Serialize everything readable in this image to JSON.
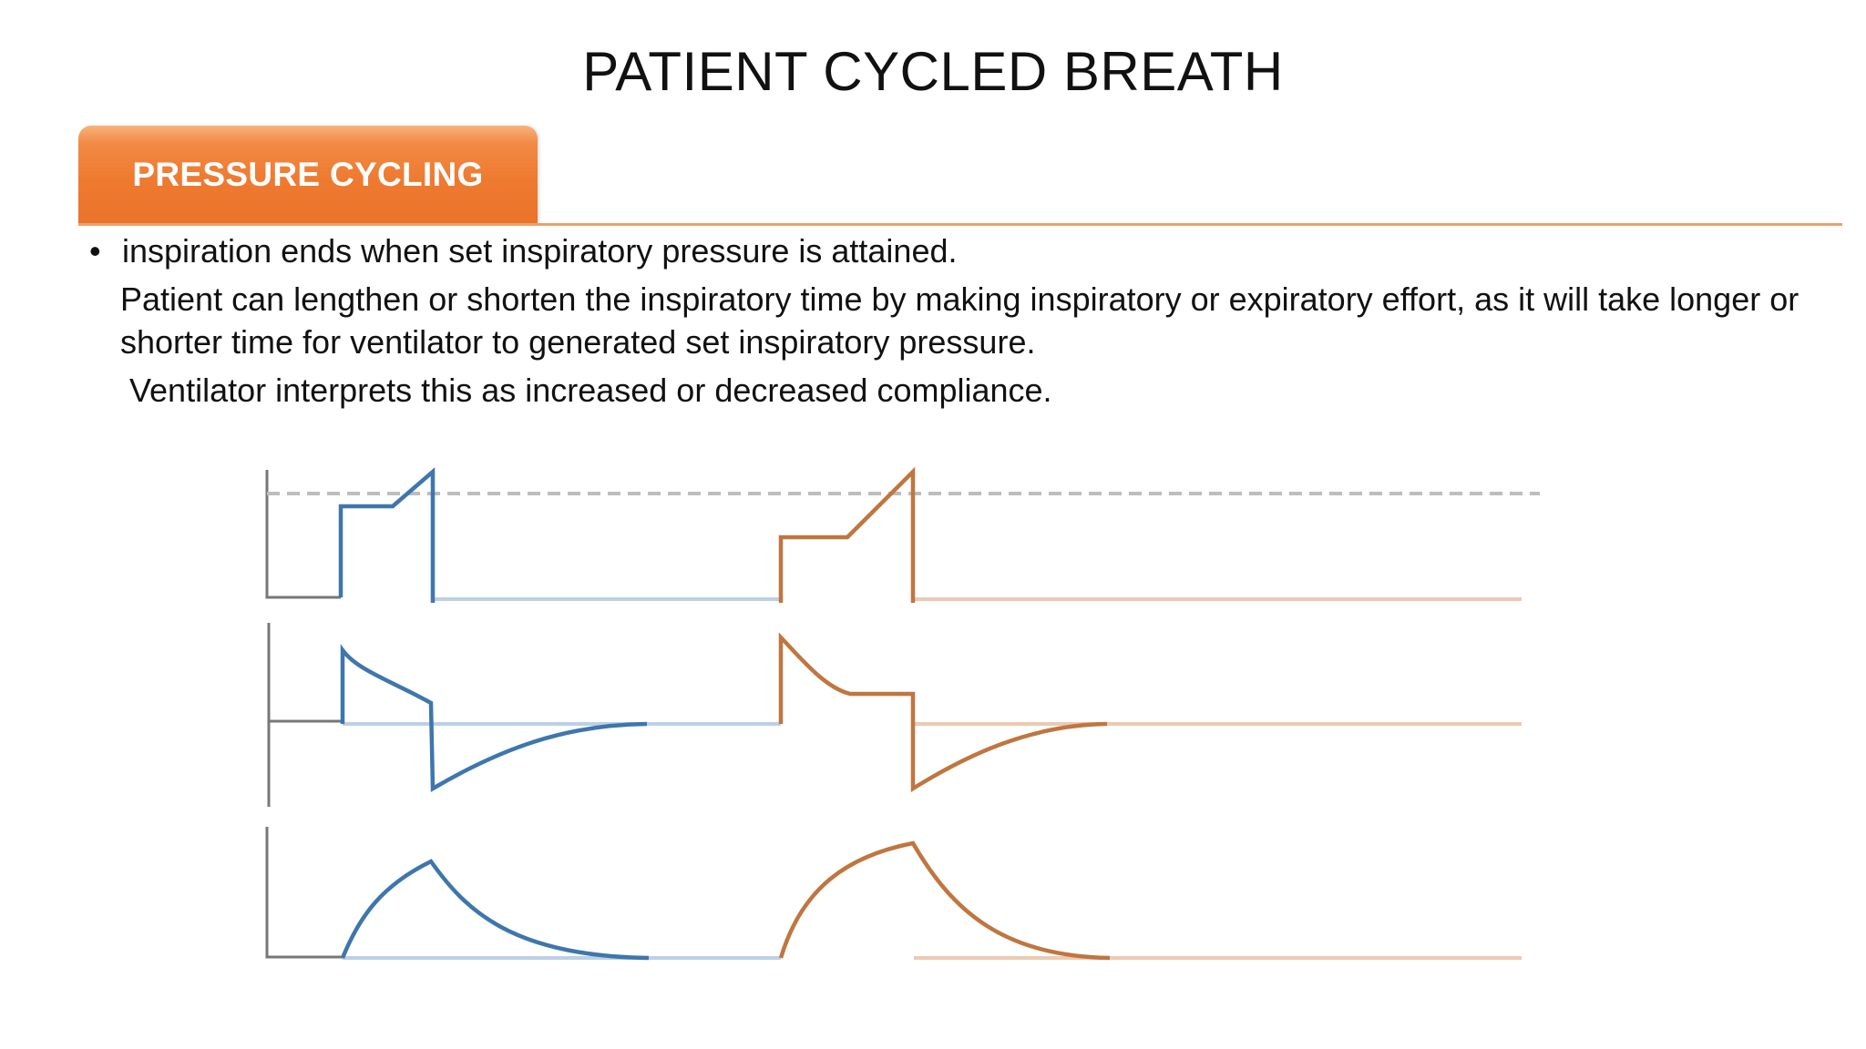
{
  "slide": {
    "title": "PATIENT CYCLED BREATH",
    "tab_label": "PRESSURE CYCLING",
    "bullet_glyph": "•",
    "bullet_text": "inspiration ends when set inspiratory pressure is attained.",
    "paragraph_1": "Patient can lengthen or shorten the inspiratory time by making inspiratory or expiratory effort, as it will take longer or shorter time for ventilator to generated set inspiratory pressure.",
    "paragraph_2": "Ventilator interprets this as increased or decreased compliance."
  },
  "colors": {
    "tab_orange": "#ee7a30",
    "rule": "#e9a070",
    "breath_1": "#3e76ad",
    "breath_2": "#bf7640",
    "baseline_1": "#bcd0e6",
    "baseline_2": "#eccab2",
    "threshold_dash": "#bdbdbd",
    "axis": "#777777"
  },
  "diagram": {
    "panels": [
      "pressure",
      "flow",
      "volume"
    ],
    "breaths": [
      "breath_1",
      "breath_2"
    ],
    "threshold_line": "dashed"
  }
}
